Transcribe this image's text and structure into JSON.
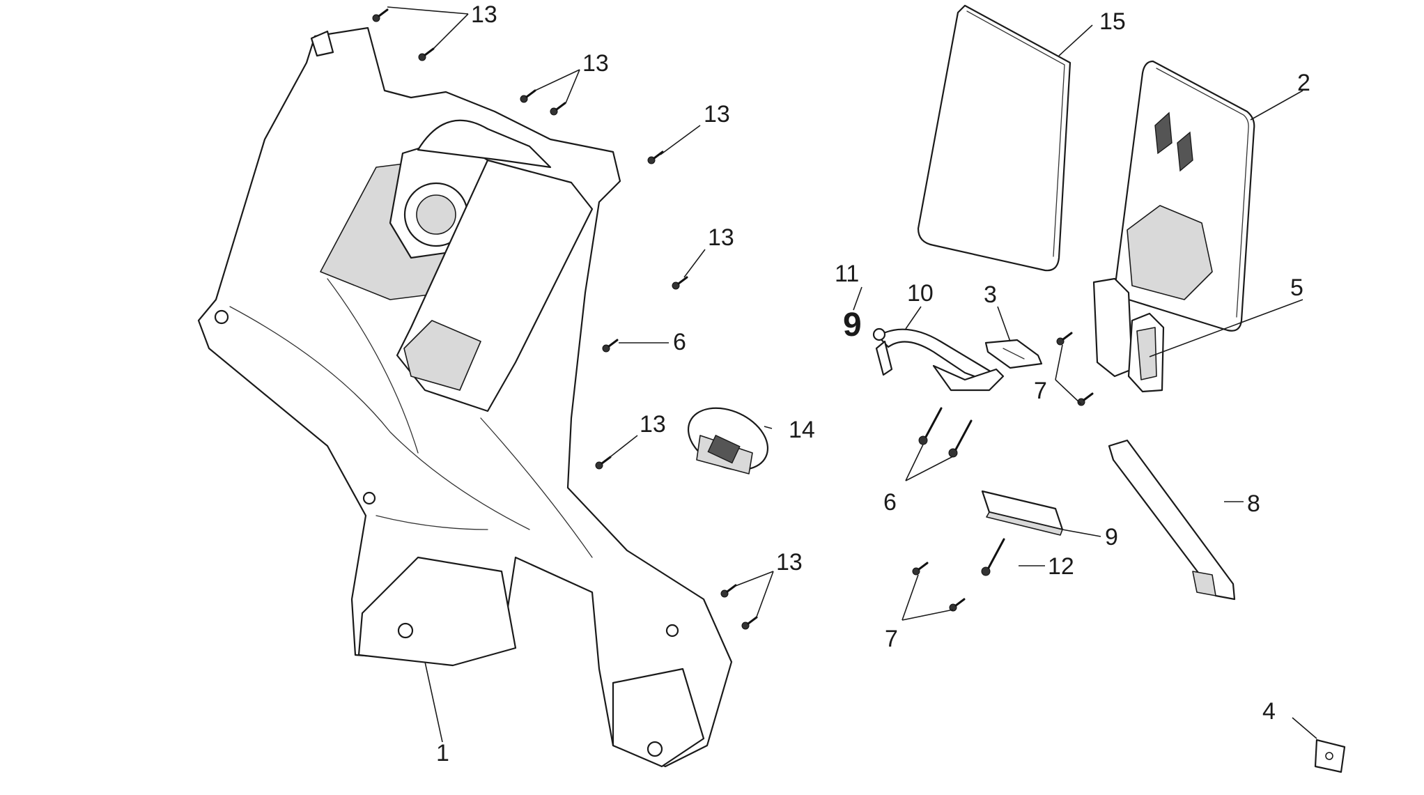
{
  "callouts": [
    {
      "id": "c1",
      "text": "1"
    },
    {
      "id": "c2",
      "text": "2"
    },
    {
      "id": "c3",
      "text": "3"
    },
    {
      "id": "c4",
      "text": "4"
    },
    {
      "id": "c5",
      "text": "5"
    },
    {
      "id": "c6a",
      "text": "6"
    },
    {
      "id": "c6b",
      "text": "6"
    },
    {
      "id": "c7a",
      "text": "7"
    },
    {
      "id": "c7b",
      "text": "7"
    },
    {
      "id": "c8",
      "text": "8"
    },
    {
      "id": "c9",
      "text": "9"
    },
    {
      "id": "c10",
      "text": "10"
    },
    {
      "id": "c11",
      "text": "11"
    },
    {
      "id": "c12",
      "text": "12"
    },
    {
      "id": "c13a",
      "text": "13"
    },
    {
      "id": "c13b",
      "text": "13"
    },
    {
      "id": "c13c",
      "text": "13"
    },
    {
      "id": "c13d",
      "text": "13"
    },
    {
      "id": "c13e",
      "text": "13"
    },
    {
      "id": "c13f",
      "text": "13"
    },
    {
      "id": "c14",
      "text": "14"
    },
    {
      "id": "c15",
      "text": "15"
    }
  ],
  "spring_glyph": "9"
}
